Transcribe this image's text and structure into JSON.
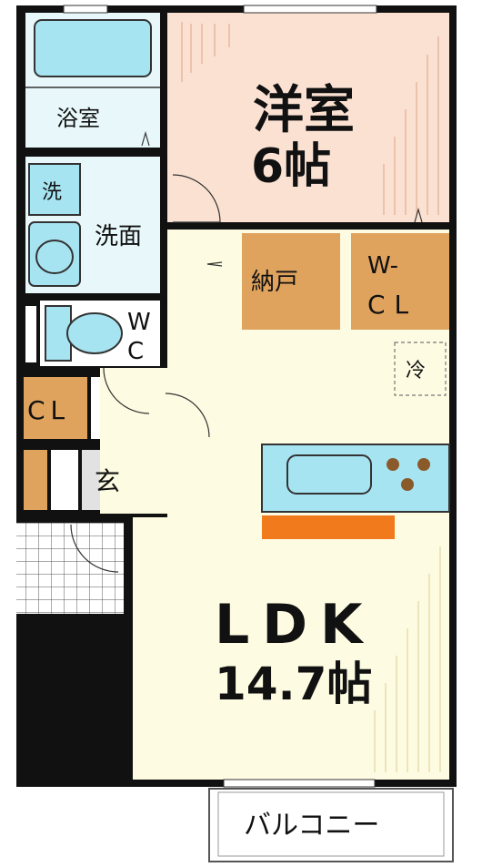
{
  "rooms": {
    "western": {
      "name": "洋室",
      "size": "6帖"
    },
    "bath": "浴室",
    "washroom": "洗面",
    "washer": "洗",
    "toilet": {
      "line1": "W",
      "line2": "C"
    },
    "closet": "CL",
    "entrance": "玄",
    "storage": "納戸",
    "walkin": {
      "line1": "W-",
      "line2": "CL"
    },
    "fridge": "冷",
    "ldk": {
      "name": "LDK",
      "size": "14.7帖"
    },
    "balcony": "バルコニー"
  },
  "colors": {
    "wall": "#111111",
    "western_floor": "#fbe1d2",
    "ldk_floor": "#fdfbe1",
    "wet_floor": "#e8f8fa",
    "fixture": "#a7e4f2",
    "closet": "#dfa35e",
    "counter": "#f07a1c",
    "entrance_floor": "#e2e2e2",
    "burner": "#8a5a2a"
  }
}
